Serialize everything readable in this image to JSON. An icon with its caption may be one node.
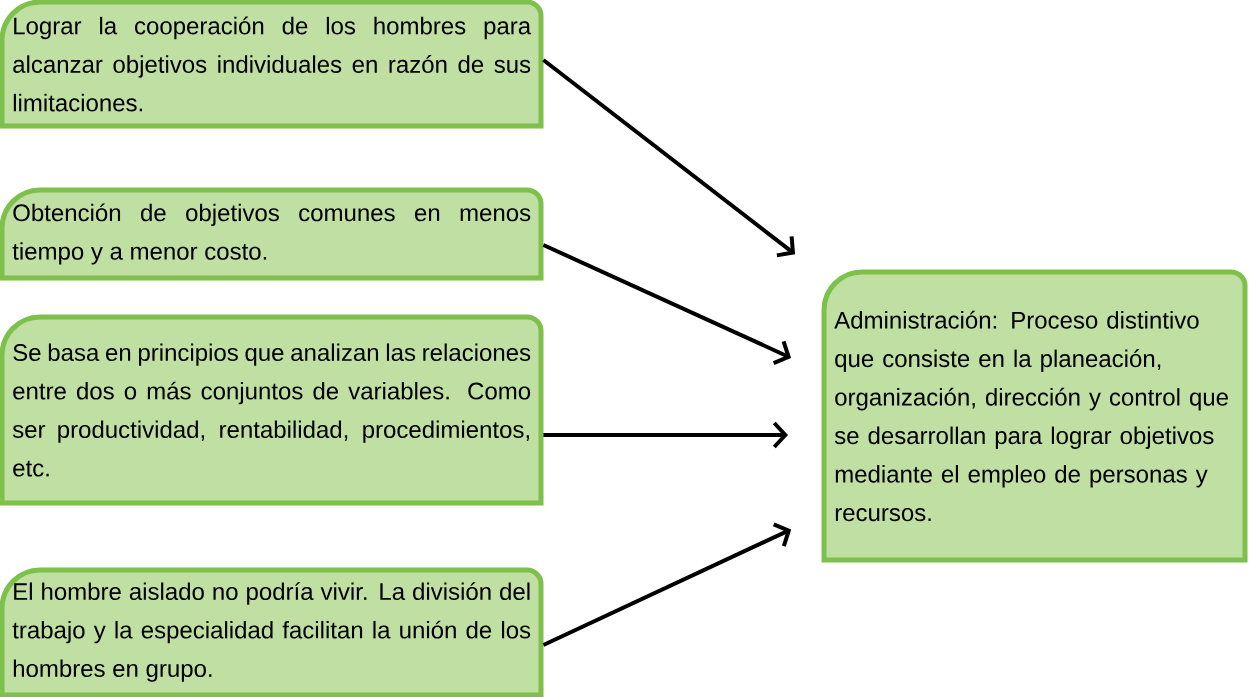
{
  "diagram": {
    "nodes": [
      {
        "text": [
          "Lograr la cooperación de los hombres para alcanzar objetivos individuales en razón de sus limitaciones."
        ]
      },
      {
        "text": [
          "Obtención de objetivos comunes en menos tiempo y a menor costo."
        ]
      },
      {
        "text": [
          "Se basa en principios que analizan las relaciones entre dos o más conjuntos de variables. Como ser productividad, rentabilidad, procedimientos, etc."
        ]
      },
      {
        "text": [
          "El hombre aislado no podría vivir. La división del trabajo y la especialidad facilitan la unión de los hombres en grupo."
        ]
      },
      {
        "text": [
          "Administración: Proceso distintivo que consiste en la planeación, organización, dirección y control que se desarrollan para lograr objetivos mediante el empleo de personas y recursos."
        ]
      }
    ],
    "edges": [
      {
        "from": 0,
        "to": 4,
        "arrow": "to"
      },
      {
        "from": 1,
        "to": 4,
        "arrow": "to"
      },
      {
        "from": 2,
        "to": 4,
        "arrow": "to"
      },
      {
        "from": 3,
        "to": 4,
        "arrow": "to"
      }
    ]
  }
}
